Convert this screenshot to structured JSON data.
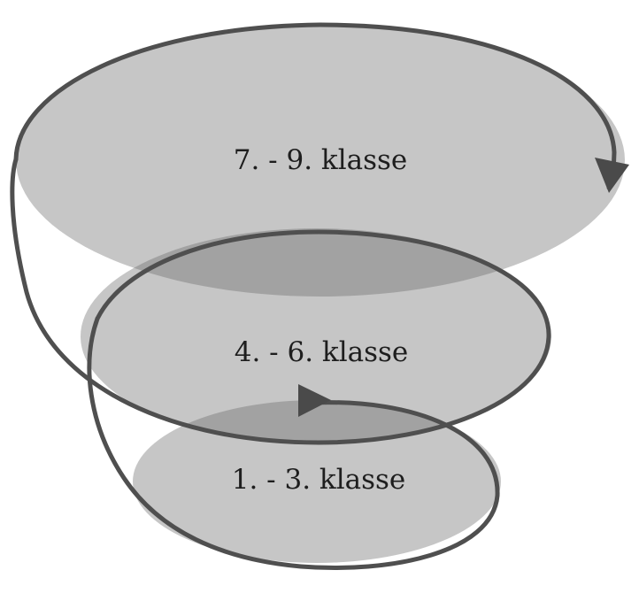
{
  "diagram": {
    "levels": [
      {
        "label": "7. - 9. klasse"
      },
      {
        "label": "4. - 6. klasse"
      },
      {
        "label": "1. - 3. klasse"
      }
    ],
    "colors": {
      "disc_fill": "#c6c6c6",
      "overlap_fill": "#a2a2a2",
      "spiral_stroke": "#4f4f4f",
      "arrow_fill": "#4a4a4a",
      "text": "#1e1e1e",
      "background": "#ffffff"
    }
  }
}
